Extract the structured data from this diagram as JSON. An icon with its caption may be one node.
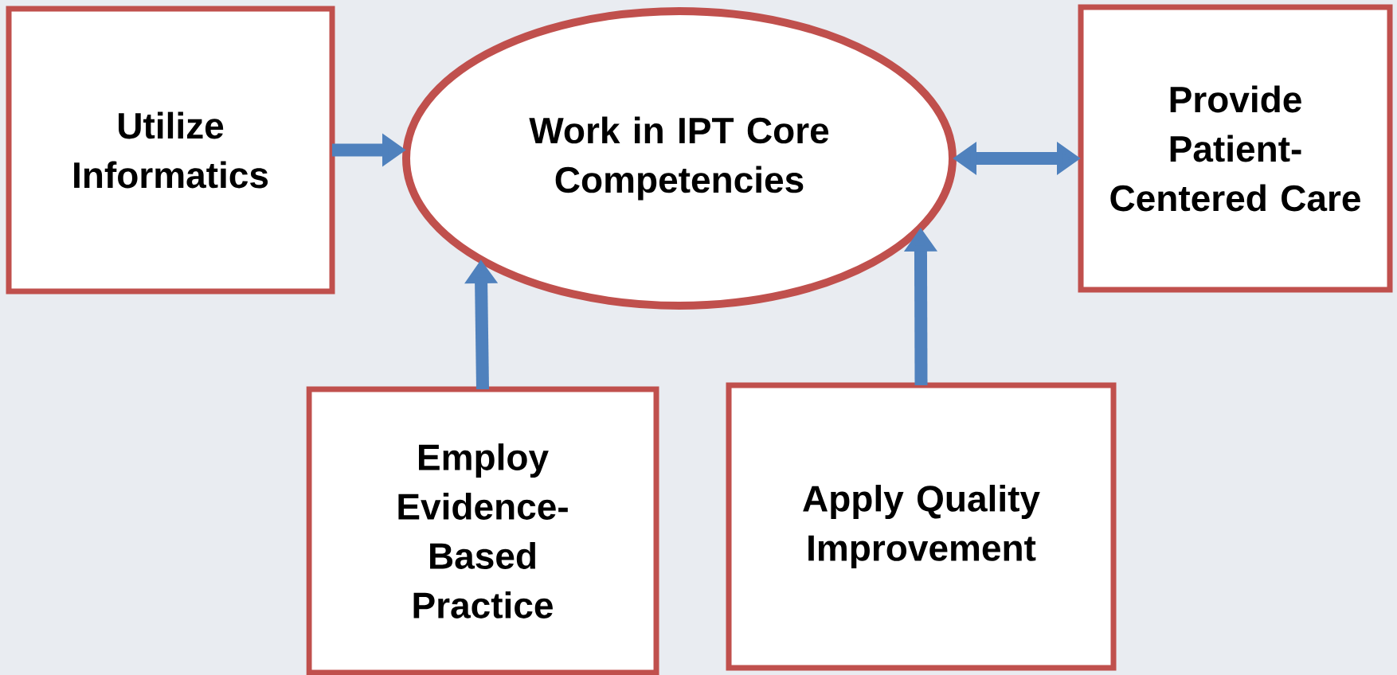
{
  "diagram": {
    "nodes": [
      {
        "text": [
          "Utilize Informatics"
        ]
      },
      {
        "text": [
          "Work in IPT Core Competencies"
        ]
      },
      {
        "text": [
          "Provide Patient-Centered Care"
        ]
      },
      {
        "text": [
          "Employ Evidence-Based Practice"
        ]
      },
      {
        "text": [
          "Apply Quality Improvement"
        ]
      }
    ],
    "edges": [
      {
        "from": 0,
        "to": 1,
        "arrow": "to"
      },
      {
        "from": 1,
        "to": 2,
        "arrow": "both"
      },
      {
        "from": 3,
        "to": 1,
        "arrow": "to"
      },
      {
        "from": 4,
        "to": 1,
        "arrow": "to"
      }
    ]
  }
}
